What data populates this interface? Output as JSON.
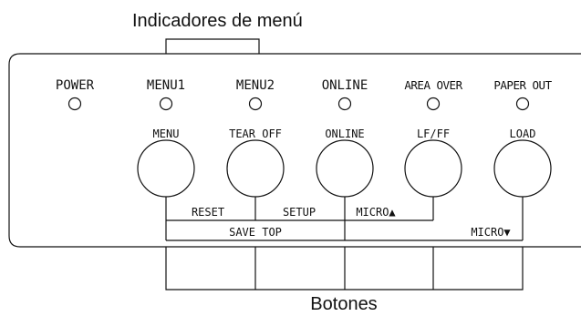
{
  "captions": {
    "top": "Indicadores de menú",
    "bottom": "Botones"
  },
  "indicators": [
    {
      "label": "POWER"
    },
    {
      "label": "MENU1"
    },
    {
      "label": "MENU2"
    },
    {
      "label": "ONLINE"
    },
    {
      "label": "AREA OVER"
    },
    {
      "label": "PAPER OUT"
    }
  ],
  "buttons": [
    {
      "label": "MENU"
    },
    {
      "label": "TEAR OFF"
    },
    {
      "label": "ONLINE"
    },
    {
      "label": "LF/FF"
    },
    {
      "label": "LOAD"
    }
  ],
  "combos": {
    "reset": "RESET",
    "setup": "SETUP",
    "micro_up": "MICRO▲",
    "save_top": "SAVE TOP",
    "micro_down": "MICRO▼"
  }
}
